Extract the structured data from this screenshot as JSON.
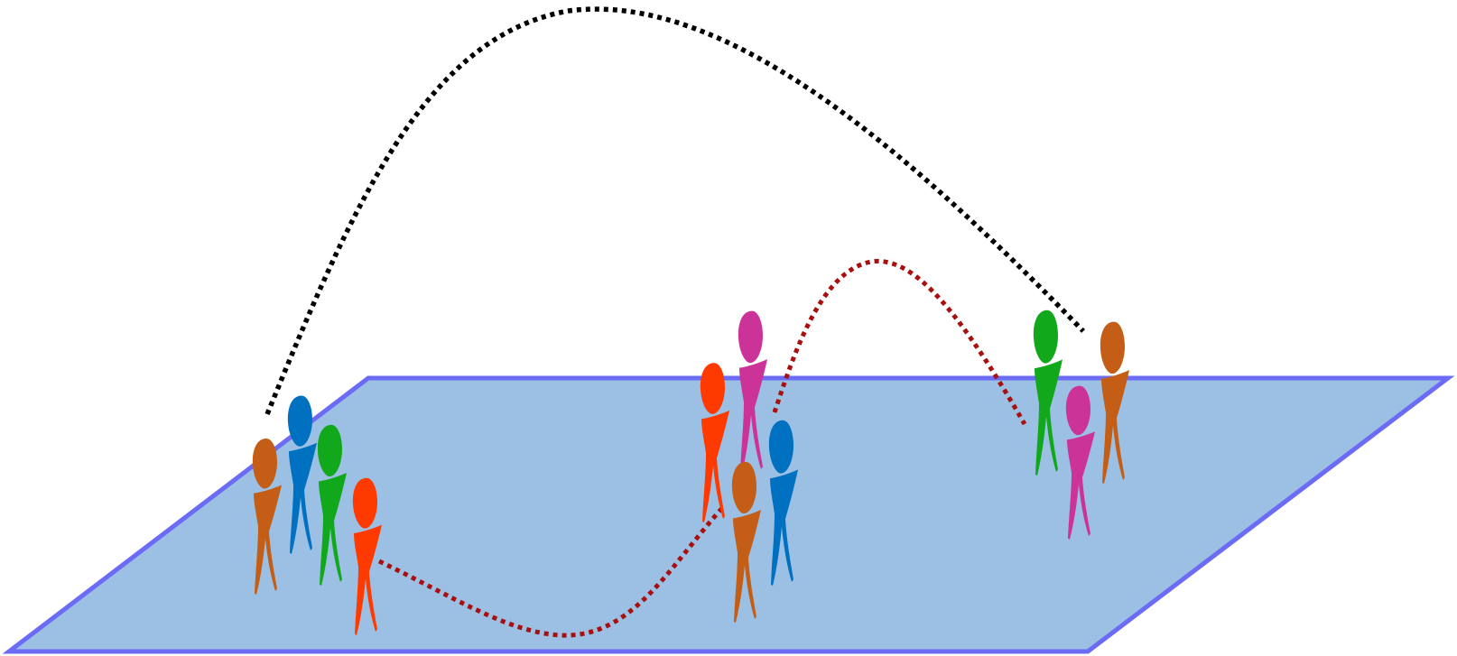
{
  "diagram": {
    "plane": {
      "fill": "#9cc0e4",
      "stroke": "#6b6bf5"
    },
    "colors": {
      "orange": "#c45e16",
      "blue": "#0070c0",
      "green": "#12a81c",
      "red": "#ff3a00",
      "magenta": "#cc3399",
      "black_link": "#000000",
      "red_link": "#a80f0f"
    },
    "groups": [
      {
        "name": "left-group",
        "people": [
          "orange",
          "blue",
          "green",
          "red"
        ]
      },
      {
        "name": "middle-group",
        "people": [
          "red",
          "magenta",
          "orange",
          "blue"
        ]
      },
      {
        "name": "right-group",
        "people": [
          "green",
          "magenta",
          "orange"
        ]
      }
    ],
    "links": [
      {
        "name": "black-dotted-arc",
        "from": "left-group",
        "to": "right-group",
        "color": "black_link",
        "style": "dotted"
      },
      {
        "name": "red-dotted-curve-left-middle",
        "from": "left-group",
        "to": "middle-group",
        "color": "red_link",
        "style": "dotted"
      },
      {
        "name": "red-dotted-arc-middle-right",
        "from": "middle-group",
        "to": "right-group",
        "color": "red_link",
        "style": "dotted"
      }
    ]
  }
}
